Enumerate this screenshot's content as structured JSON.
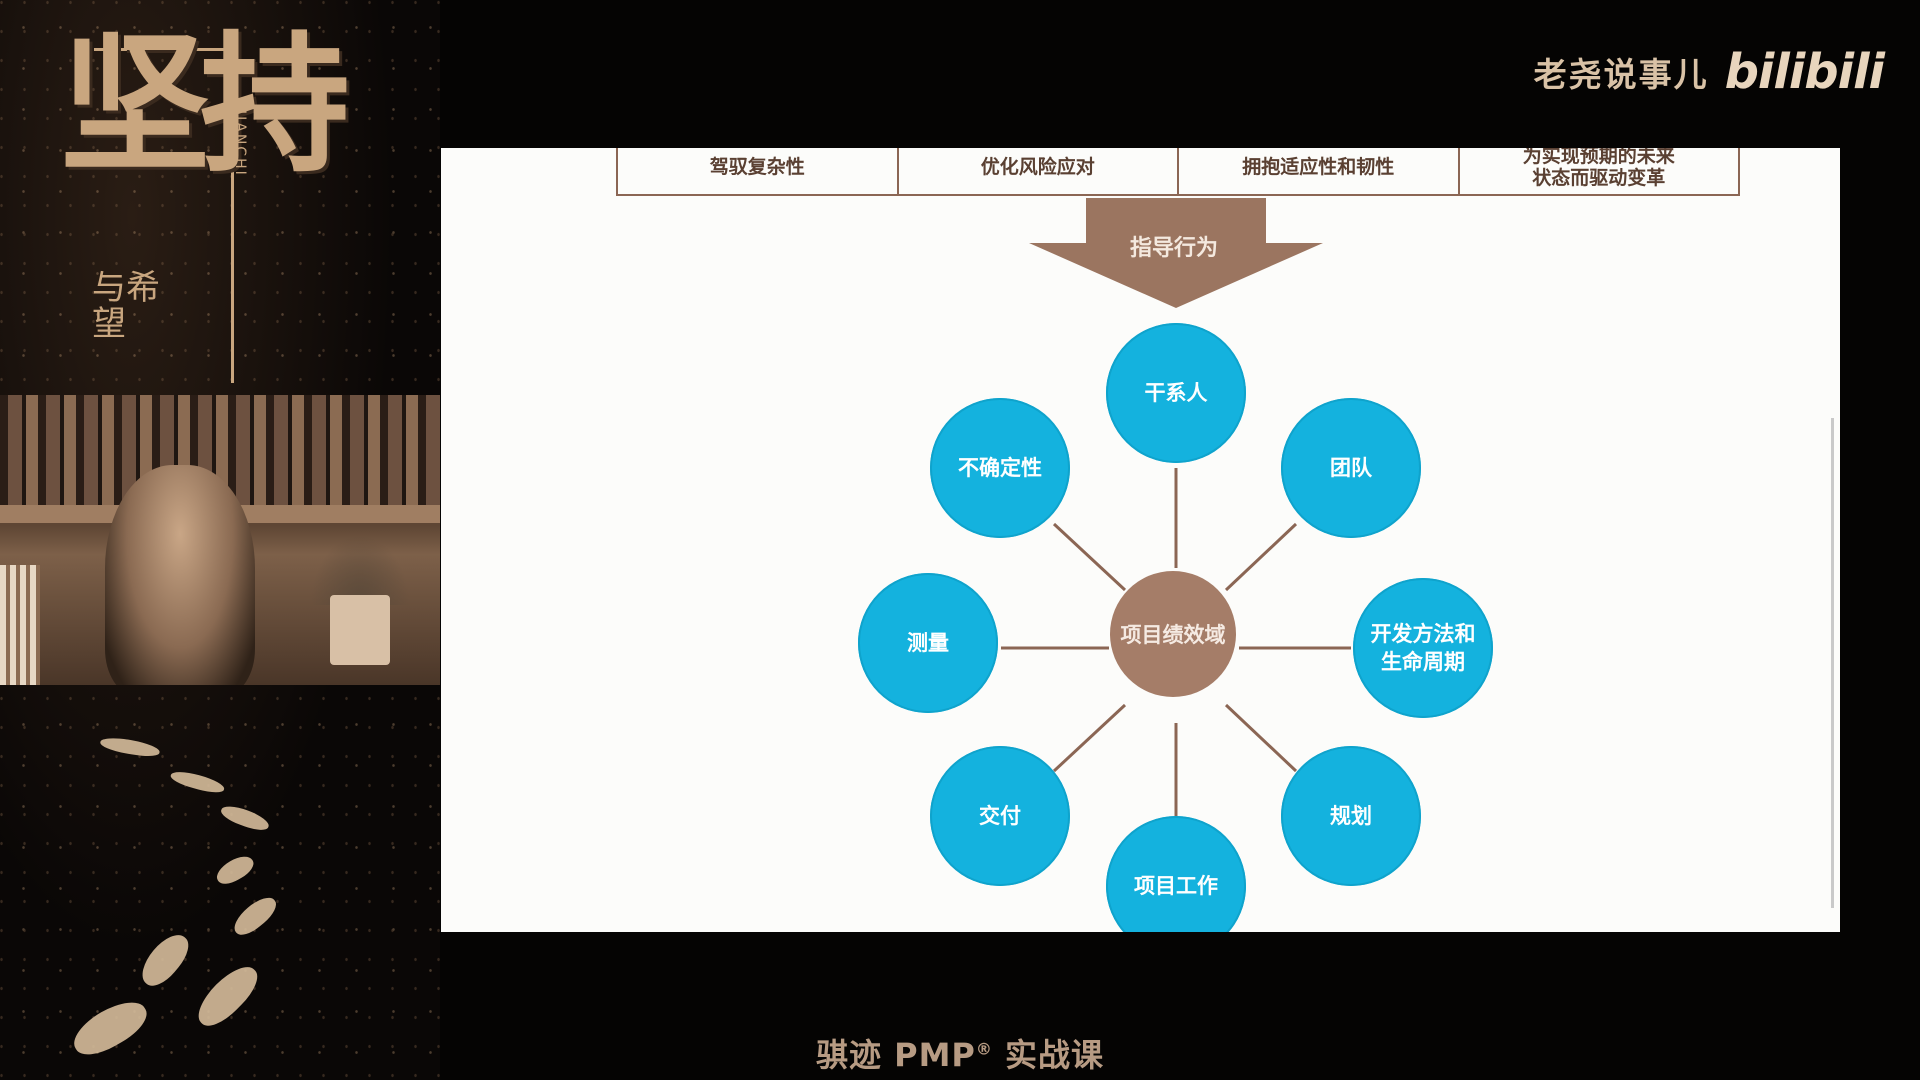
{
  "branding": {
    "channel_name": "老尧说事儿",
    "logo_text": "bilibili"
  },
  "poster": {
    "title_large": "坚持",
    "title_pinyin": "JIANCHI",
    "title_small": "与希望"
  },
  "slide": {
    "top_row": [
      [
        "驾驭复杂性"
      ],
      [
        "优化风险应对"
      ],
      [
        "拥抱适应性和韧性"
      ],
      [
        "为实现预期的未来",
        "状态而驱动变革"
      ]
    ],
    "arrow_label": "指导行为",
    "center": "项目绩效域",
    "domains": {
      "stakeholders": "干系人",
      "team": "团队",
      "dev_approach": [
        "开发方法和",
        "生命周期"
      ],
      "planning": "规划",
      "project_work": "项目工作",
      "delivery": "交付",
      "measurement": "测量",
      "uncertainty": "不确定性"
    },
    "colors": {
      "node_fill": "#14b2de",
      "center_fill": "#a57d68",
      "arrow_fill": "#9b7560",
      "connector": "#8b6654"
    }
  },
  "caption": {
    "text": "骐迹 PMP",
    "mark": "®",
    "suffix": " 实战课"
  }
}
